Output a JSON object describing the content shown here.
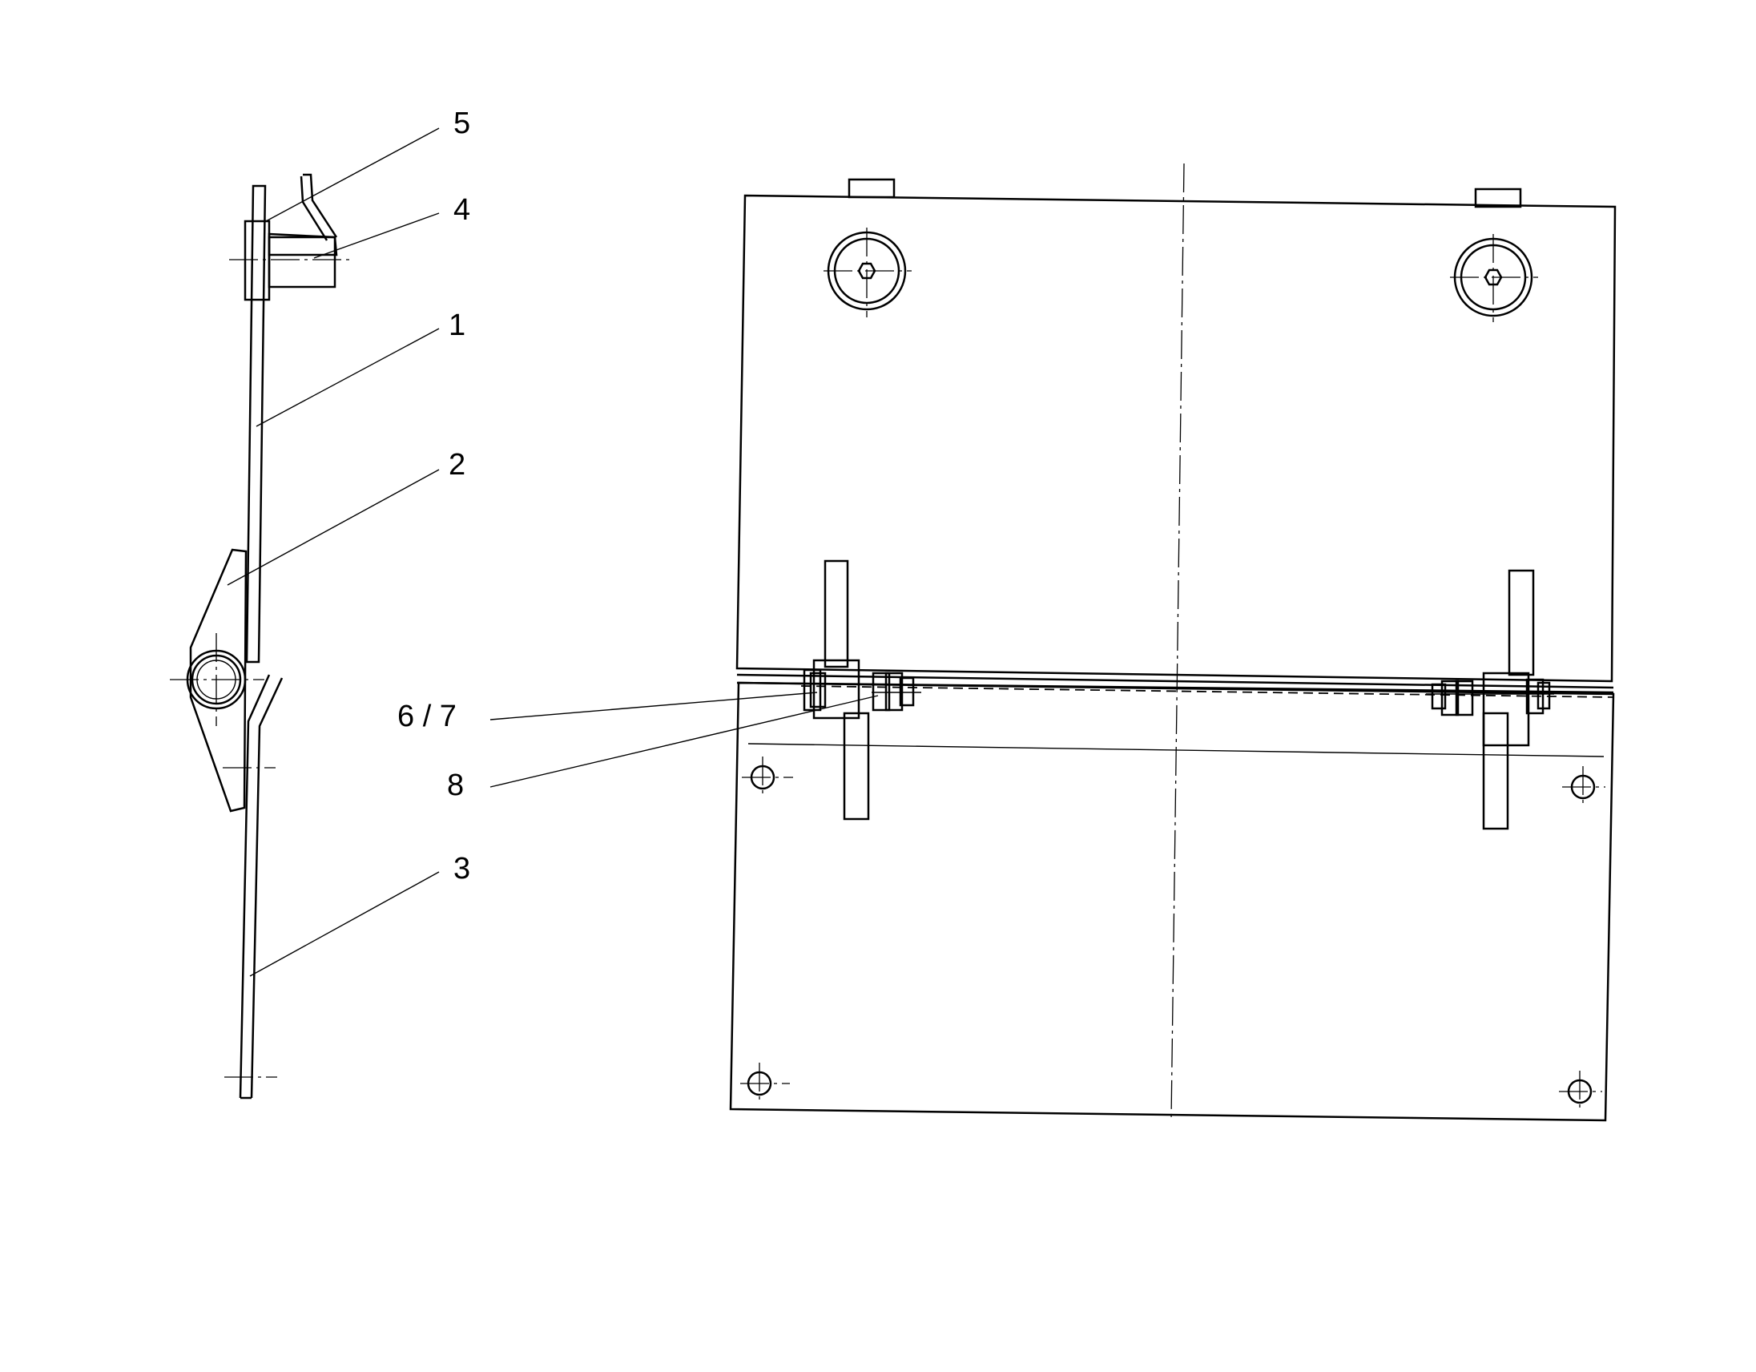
{
  "callouts": {
    "c1": "1",
    "c2": "2",
    "c3": "3",
    "c4": "4",
    "c5": "5",
    "c67": "6 / 7",
    "c8": "8"
  }
}
